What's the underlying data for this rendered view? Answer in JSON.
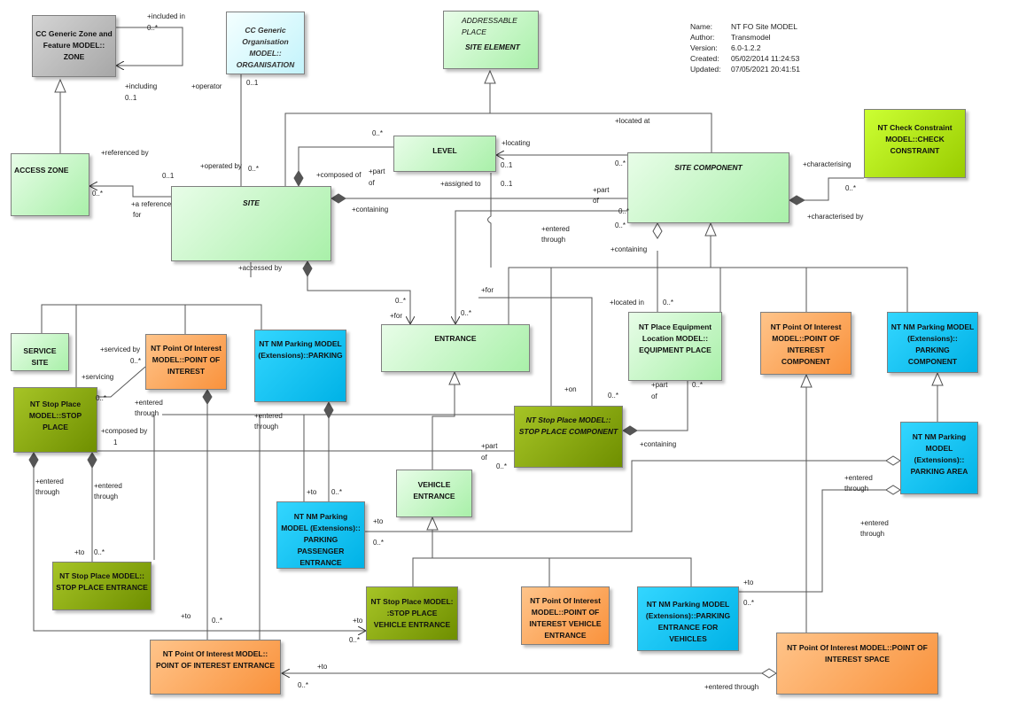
{
  "meta": {
    "name_label": "Name:",
    "name": "NT FO Site MODEL",
    "author_label": "Author:",
    "author": "Transmodel",
    "version_label": "Version:",
    "version": "6.0-1.2.2",
    "created_label": "Created:",
    "created": "05/02/2014 11:24:53",
    "updated_label": "Updated:",
    "updated": "07/05/2021 20:41:51"
  },
  "classes": {
    "zone": "CC Generic Zone and Feature MODEL:: ZONE",
    "organisation": "CC Generic Organisation MODEL:: ORGANISATION",
    "addressable_place": "ADDRESSABLE PLACE",
    "site_element": "SITE ELEMENT",
    "check_constraint": "NT Check Constraint MODEL::CHECK CONSTRAINT",
    "level": "LEVEL",
    "site_component": "SITE COMPONENT",
    "access_zone": "ACCESS ZONE",
    "site": "SITE",
    "service_site": "SERVICE SITE",
    "poi": "NT Point Of Interest MODEL::POINT OF INTEREST",
    "parking": "NT NM Parking MODEL (Extensions)::PARKING",
    "entrance": "ENTRANCE",
    "equipment_place": "NT Place Equipment Location MODEL:: EQUIPMENT PLACE",
    "poi_component": "NT Point Of Interest MODEL::POINT OF INTEREST COMPONENT",
    "parking_component": "NT NM Parking MODEL (Extensions):: PARKING COMPONENT",
    "stop_place": "NT Stop Place MODEL::STOP PLACE",
    "stop_place_component": "NT Stop Place MODEL:: STOP PLACE COMPONENT",
    "parking_area": "NT NM Parking MODEL (Extensions):: PARKING AREA",
    "vehicle_entrance": "VEHICLE ENTRANCE",
    "parking_passenger_entrance": "NT NM Parking MODEL (Extensions):: PARKING PASSENGER ENTRANCE",
    "stop_place_entrance": "NT Stop Place MODEL:: STOP PLACE ENTRANCE",
    "stop_place_vehicle_entrance": "NT Stop Place MODEL: :STOP PLACE VEHICLE ENTRANCE",
    "poi_vehicle_entrance": "NT Point Of Interest MODEL::POINT OF INTEREST VEHICLE ENTRANCE",
    "parking_entrance_vehicles": "NT NM Parking MODEL (Extensions)::PARKING ENTRANCE FOR VEHICLES",
    "poi_entrance": "NT Point Of Interest MODEL:: POINT OF INTEREST ENTRANCE",
    "poi_space": "NT Point Of Interest MODEL::POINT OF INTEREST SPACE"
  },
  "labels": {
    "included_in": "+included in",
    "zero_many": "0..*",
    "including": "+including",
    "zero_one": "0..1",
    "operator": "+operator",
    "operated_by": "+operated by",
    "one": "1",
    "referenced_by": "+referenced by",
    "a_reference": "+a reference",
    "for_word": "for",
    "composed_of": "+composed of",
    "part": "+part",
    "of_word": "of",
    "locating": "+locating",
    "assigned_to": "+assigned to",
    "located_at": "+located at",
    "containing": "+containing",
    "characterising": "+characterising",
    "characterised_by": "+characterised by",
    "entered": "+entered",
    "through_word": "through",
    "for_label": "+for",
    "accessed_by": "+accessed by",
    "located_in": "+located in",
    "serviced_by": "+serviced by",
    "servicing": "+servicing",
    "on": "+on",
    "composed_by": "+composed by",
    "to": "+to",
    "entered_through": "+entered through"
  }
}
